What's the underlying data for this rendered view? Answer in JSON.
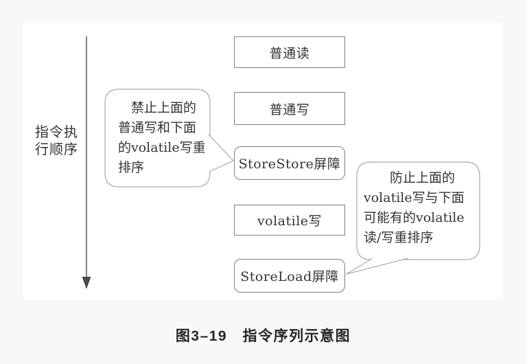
{
  "colors": {
    "page_bg": "#f7f8f9",
    "card_bg": "#ffffff",
    "box_border": "#7d7d7d",
    "bubble_border": "#a9a9a9",
    "arrow": "#4a4a4a",
    "diagram_text": "#333333",
    "caption_text": "#262626"
  },
  "diagram": {
    "axis_label": "指令执\n行顺序",
    "boxes": [
      {
        "label": "普通读"
      },
      {
        "label": "普通写"
      },
      {
        "label": "StoreStore屏障"
      },
      {
        "label": "volatile写"
      },
      {
        "label": "StoreLoad屏障"
      }
    ],
    "callouts": [
      {
        "text": "　禁止上面的\n普通写和下面\n的volatile写重\n排序"
      },
      {
        "text": "　　防止上面的\nvolatile写与下面\n可能有的volatile\n读/写重排序"
      }
    ]
  },
  "caption": "图3–19　指令序列示意图"
}
